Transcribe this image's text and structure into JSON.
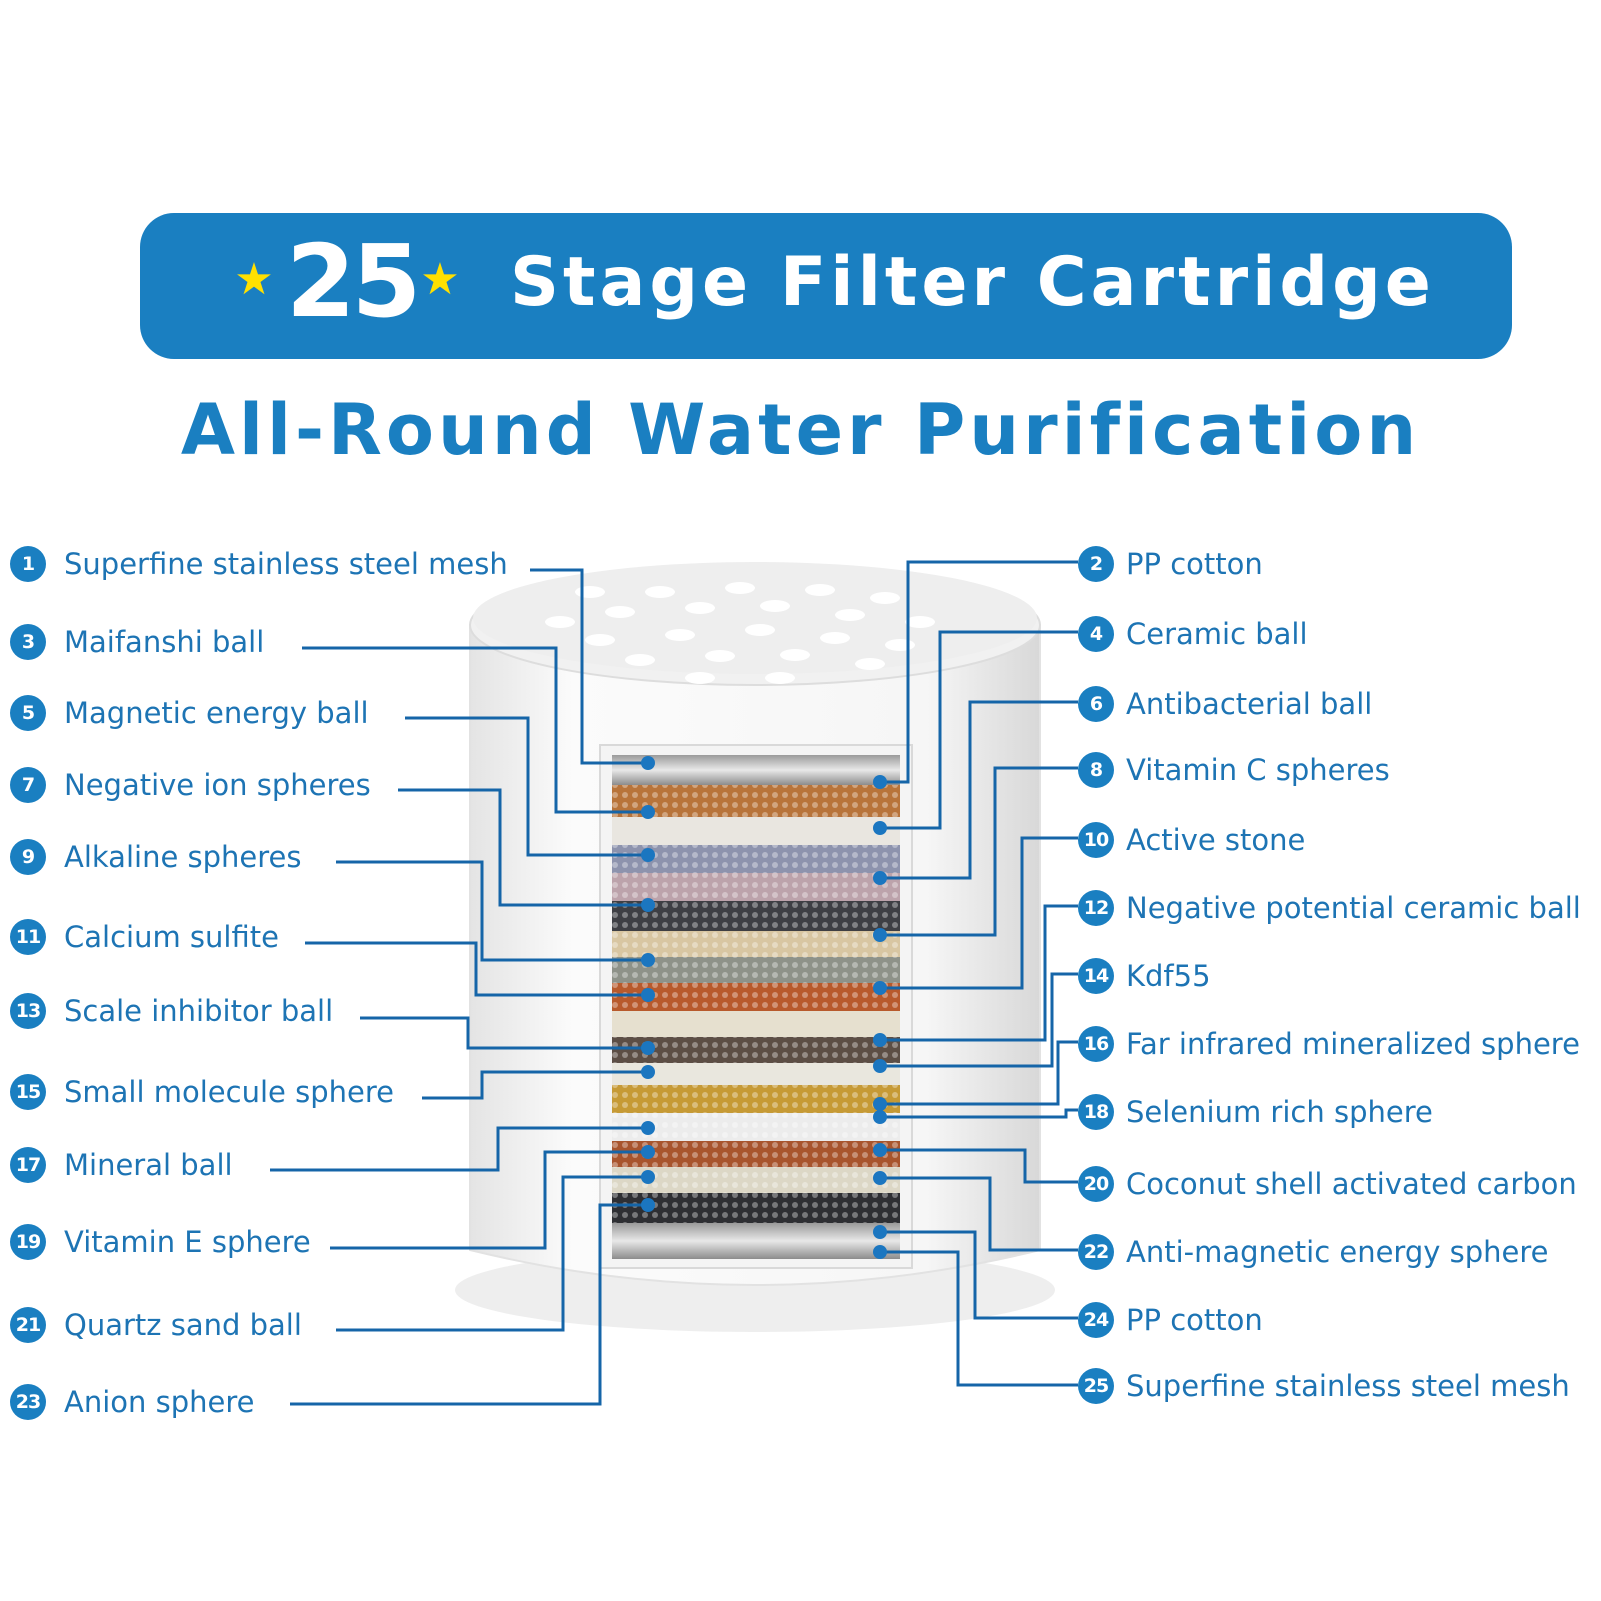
{
  "header": {
    "stage_count": "25",
    "title": "Stage Filter Cartridge",
    "subtitle": "All-Round Water Purification",
    "star_icon": "star-icon"
  },
  "colors": {
    "brand_blue": "#1a7fc1",
    "label_blue": "#1d74b4",
    "star_yellow": "#ffe000",
    "leader_line": "#1565a8"
  },
  "stages": [
    {
      "num": "1",
      "label": "Superfine stainless steel mesh"
    },
    {
      "num": "2",
      "label": "PP cotton"
    },
    {
      "num": "3",
      "label": "Maifanshi ball"
    },
    {
      "num": "4",
      "label": "Ceramic ball"
    },
    {
      "num": "5",
      "label": "Magnetic energy ball"
    },
    {
      "num": "6",
      "label": "Antibacterial ball"
    },
    {
      "num": "7",
      "label": "Negative ion spheres"
    },
    {
      "num": "8",
      "label": "Vitamin C spheres"
    },
    {
      "num": "9",
      "label": "Alkaline  spheres"
    },
    {
      "num": "10",
      "label": "Active stone"
    },
    {
      "num": "11",
      "label": "Calcium sulfite"
    },
    {
      "num": "12",
      "label": "Negative potential ceramic ball"
    },
    {
      "num": "13",
      "label": "Scale inhibitor ball"
    },
    {
      "num": "14",
      "label": "Kdf55"
    },
    {
      "num": "15",
      "label": "Small molecule sphere"
    },
    {
      "num": "16",
      "label": "Far infrared mineralized sphere"
    },
    {
      "num": "17",
      "label": "Mineral ball"
    },
    {
      "num": "18",
      "label": "Selenium rich sphere"
    },
    {
      "num": "19",
      "label": "Vitamin E sphere"
    },
    {
      "num": "20",
      "label": "Coconut shell activated carbon"
    },
    {
      "num": "21",
      "label": "Quartz sand ball"
    },
    {
      "num": "22",
      "label": "Anti-magnetic energy sphere"
    },
    {
      "num": "23",
      "label": "Anion sphere"
    },
    {
      "num": "24",
      "label": "PP cotton"
    },
    {
      "num": "25",
      "label": "Superfine stainless steel mesh"
    }
  ]
}
